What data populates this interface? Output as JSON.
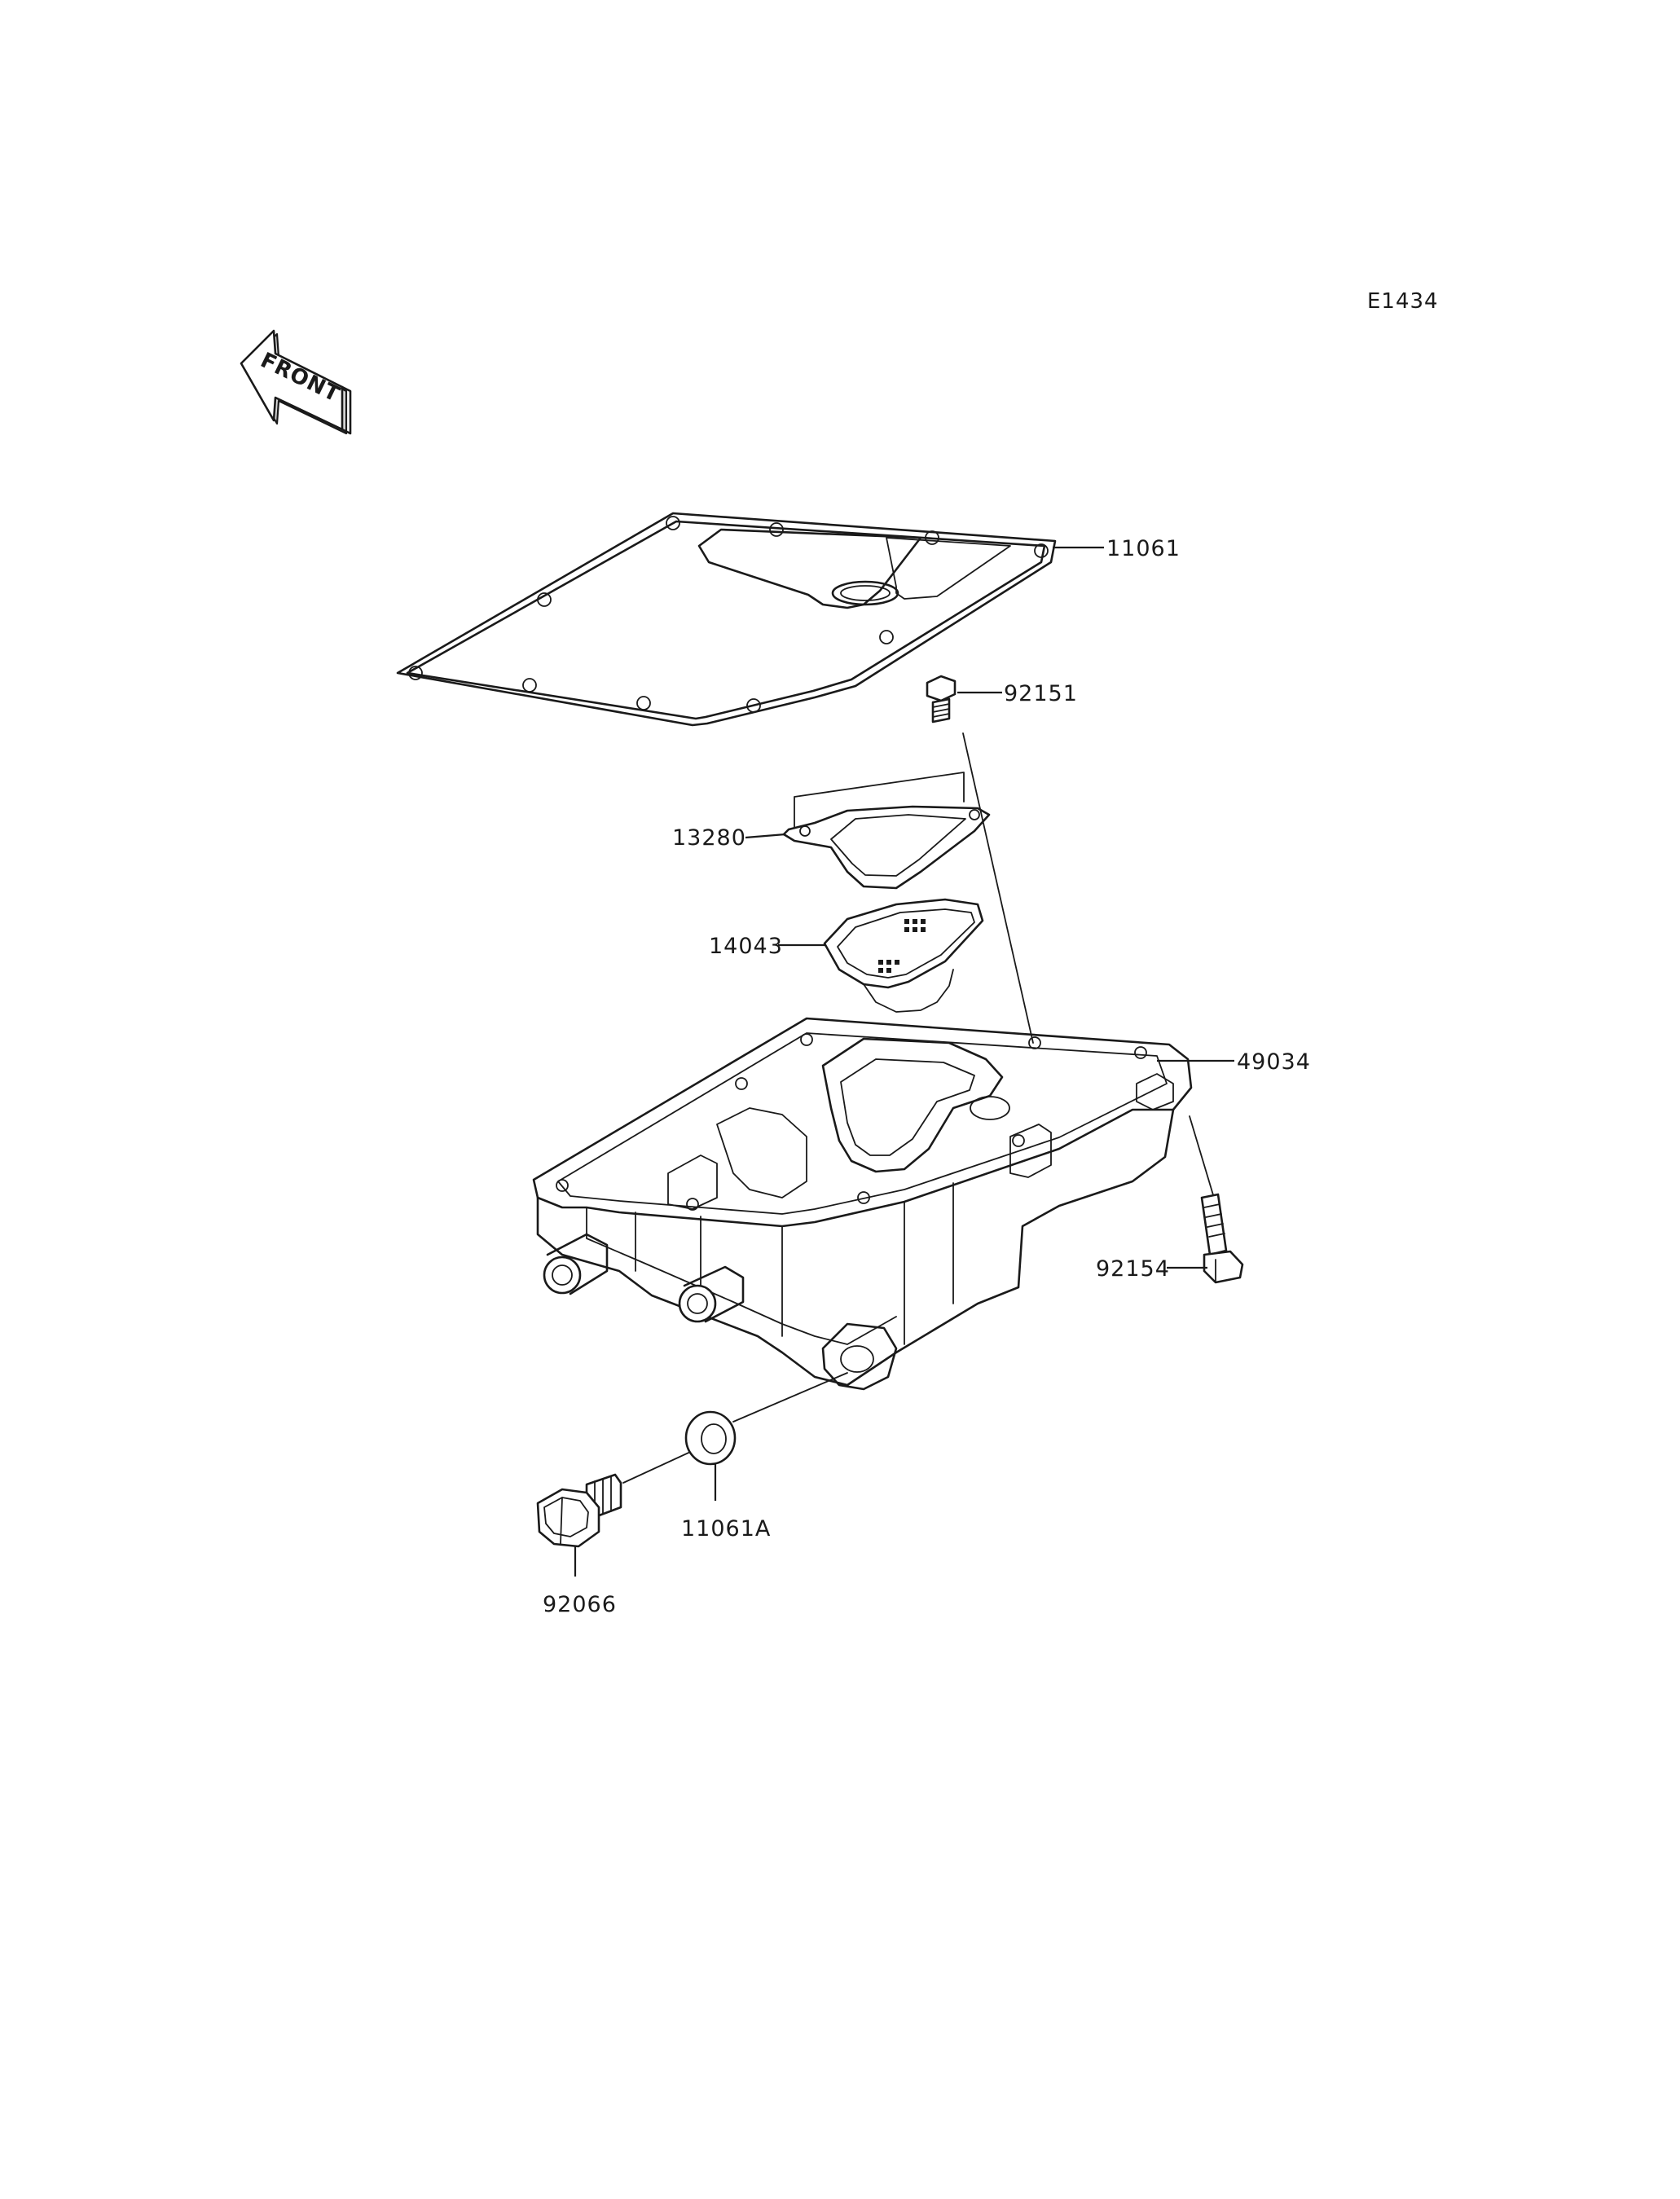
{
  "diagram_code": "E1434",
  "front_arrow_label": "FRONT",
  "parts": {
    "gasket": "11061",
    "bolt_top": "92151",
    "cover": "13280",
    "strainer": "14043",
    "oil_pan": "49034",
    "bolt_side": "92154",
    "washer": "11061A",
    "drain_plug": "92066"
  }
}
